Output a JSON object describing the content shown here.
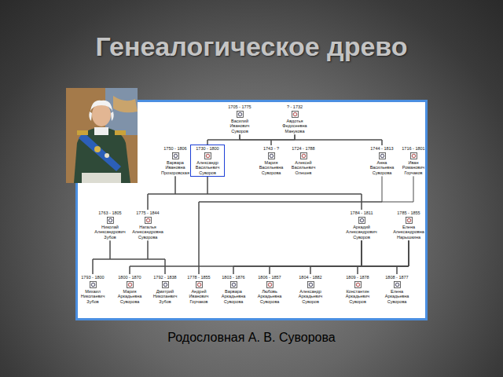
{
  "diagram": {
    "title": "Генеалогическое древо",
    "caption": "Родословная А. В. Суворова",
    "nodes": [
      {
        "text": [
          "1705 - 1775",
          "Василий Иванович Суворов"
        ]
      },
      {
        "text": [
          "? - 1732",
          "Авдотья Федосеевна Манукова"
        ]
      },
      {
        "text": [
          "1750 - 1806",
          "Варвара Ивановна Прозоровская"
        ]
      },
      {
        "text": [
          "1730 - 1800",
          "Александр Васильевич Суворов"
        ]
      },
      {
        "text": [
          "1743 - ?",
          "Мария Васильевна Суворова"
        ]
      },
      {
        "text": [
          "1724 - 1788",
          "Алексей Васильевич Олешев"
        ]
      },
      {
        "text": [
          "1744 - 1813",
          "Анна Васильевна Суворова"
        ]
      },
      {
        "text": [
          "1716 - 1801",
          "Иван Романович Горчаков"
        ]
      },
      {
        "text": [
          "1763 - 1805",
          "Николай Александрович Зубов"
        ]
      },
      {
        "text": [
          "1775 - 1844",
          "Наталья Александровна Суворова"
        ]
      },
      {
        "text": [
          "1784 - 1811",
          "Аркадий Александрович Суворов"
        ]
      },
      {
        "text": [
          "1785 - 1855",
          "Елена Александровна Нарышкина"
        ]
      },
      {
        "text": [
          "1793 - 1800",
          "Михаил Николаевич Зубов"
        ]
      },
      {
        "text": [
          "1800 - 1870",
          "Мария Аркадьевна Суворова"
        ]
      },
      {
        "text": [
          "1792 - 1838",
          "Дмитрий Николаевич Зубов"
        ]
      },
      {
        "text": [
          "1778 - 1855",
          "Андрей Иванович Горчаков"
        ]
      },
      {
        "text": [
          "1803 - 1876",
          "Варвара Аркадьевна Суворова"
        ]
      },
      {
        "text": [
          "1806 - 1857",
          "Любовь Аркадьевна Суворова"
        ]
      },
      {
        "text": [
          "1804 - 1882",
          "Александр Аркадьевич Суворов"
        ]
      },
      {
        "text": [
          "1809 - 1878",
          "Константин Аркадьевич Суворов"
        ]
      },
      {
        "text": [
          "1808 - 1877",
          "Елена Аркадьевна Суворова"
        ]
      }
    ],
    "edges": [
      {
        "from": 0,
        "to": 3,
        "arrow": "none"
      },
      {
        "from": 0,
        "to": 4,
        "arrow": "none"
      },
      {
        "from": 0,
        "to": 6,
        "arrow": "none"
      },
      {
        "from": 1,
        "to": 3,
        "arrow": "none"
      },
      {
        "from": 1,
        "to": 4,
        "arrow": "none"
      },
      {
        "from": 1,
        "to": 6,
        "arrow": "none"
      },
      {
        "from": 2,
        "to": 9,
        "arrow": "none"
      },
      {
        "from": 2,
        "to": 10,
        "arrow": "none"
      },
      {
        "from": 3,
        "to": 9,
        "arrow": "none"
      },
      {
        "from": 3,
        "to": 10,
        "arrow": "none"
      },
      {
        "from": 6,
        "to": 15,
        "arrow": "none"
      },
      {
        "from": 7,
        "to": 15,
        "arrow": "none"
      },
      {
        "from": 8,
        "to": 12,
        "arrow": "none"
      },
      {
        "from": 8,
        "to": 14,
        "arrow": "none"
      },
      {
        "from": 9,
        "to": 12,
        "arrow": "none"
      },
      {
        "from": 9,
        "to": 14,
        "arrow": "none"
      },
      {
        "from": 10,
        "to": 13,
        "arrow": "none"
      },
      {
        "from": 10,
        "to": 16,
        "arrow": "none"
      },
      {
        "from": 10,
        "to": 17,
        "arrow": "none"
      },
      {
        "from": 10,
        "to": 18,
        "arrow": "none"
      },
      {
        "from": 10,
        "to": 19,
        "arrow": "none"
      },
      {
        "from": 10,
        "to": 20,
        "arrow": "none"
      },
      {
        "from": 11,
        "to": 13,
        "arrow": "none"
      },
      {
        "from": 11,
        "to": 16,
        "arrow": "none"
      },
      {
        "from": 11,
        "to": 17,
        "arrow": "none"
      },
      {
        "from": 11,
        "to": 18,
        "arrow": "none"
      },
      {
        "from": 11,
        "to": 19,
        "arrow": "none"
      },
      {
        "from": 11,
        "to": 20,
        "arrow": "none"
      }
    ]
  }
}
